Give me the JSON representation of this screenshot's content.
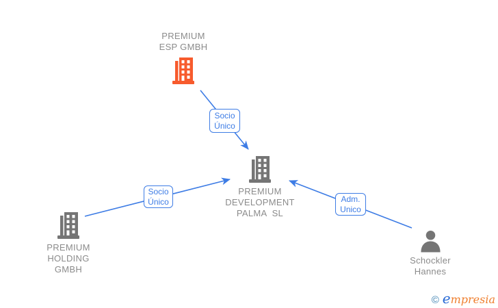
{
  "diagram": {
    "nodes": [
      {
        "id": "premium-esp-gmbh",
        "type": "company",
        "highlighted": true,
        "label_lines": [
          "PREMIUM",
          "ESP GMBH"
        ]
      },
      {
        "id": "premium-development-palma-sl",
        "type": "company",
        "highlighted": false,
        "label_lines": [
          "PREMIUM",
          "DEVELOPMENT",
          "PALMA  SL"
        ]
      },
      {
        "id": "premium-holding-gmbh",
        "type": "company",
        "highlighted": false,
        "label_lines": [
          "PREMIUM",
          "HOLDING",
          "GMBH"
        ]
      },
      {
        "id": "schockler-hannes",
        "type": "person",
        "highlighted": false,
        "label_lines": [
          "Schockler",
          "Hannes"
        ]
      }
    ],
    "edges": [
      {
        "from": "premium-esp-gmbh",
        "to": "premium-development-palma-sl",
        "label_lines": [
          "Socio",
          "Único"
        ]
      },
      {
        "from": "premium-holding-gmbh",
        "to": "premium-development-palma-sl",
        "label_lines": [
          "Socio",
          "Único"
        ]
      },
      {
        "from": "schockler-hannes",
        "to": "premium-development-palma-sl",
        "label_lines": [
          "Adm.",
          "Unico"
        ]
      }
    ]
  },
  "colors": {
    "edge_blue": "#3d7ce5",
    "icon_gray": "#757575",
    "label_gray": "#8b8b8b",
    "highlight_orange": "#f75b2d"
  },
  "watermark": {
    "symbol": "©",
    "brand_initial": "e",
    "brand_rest": "mpresia"
  }
}
